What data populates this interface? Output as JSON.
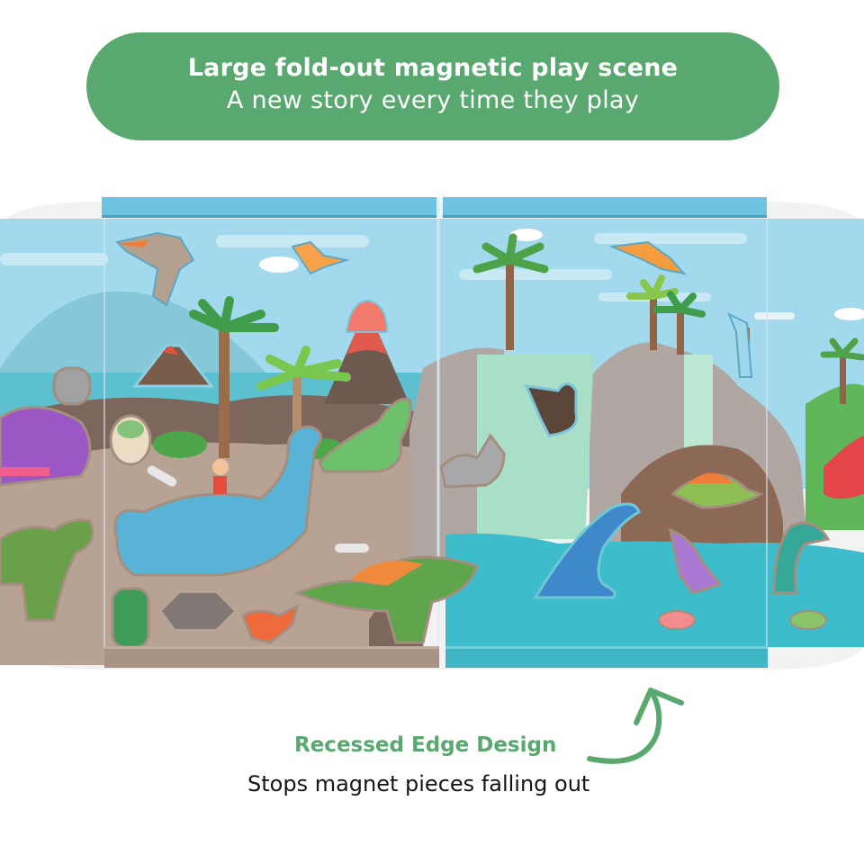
{
  "banner": {
    "title": "Large fold-out magnetic play scene",
    "subtitle": "A new story every time they play",
    "background_color": "#59a86f",
    "text_color": "#ffffff"
  },
  "product_photo": {
    "description": "Fold-out magnetic dinosaur play scene board with magnet pieces",
    "panels": [
      "left-outer-flap",
      "left-center-panel",
      "right-center-panel",
      "right-outer-flap"
    ],
    "colors": {
      "sky": "#9fd6e9",
      "top_rail": "#6cc3e2",
      "ground": "#a89384",
      "water": "#35b8c5",
      "left_bottom_rail": "#a89384",
      "right_bottom_rail": "#3fb6c6"
    },
    "magnet_pieces": [
      "pterodactyl-with-girl",
      "orange-pterodactyl",
      "erupting-volcano",
      "small-volcano",
      "triceratops-baby",
      "purple-dinosaur",
      "hatching-egg",
      "bone",
      "boy-riding-brachiosaurus",
      "green-parasaurolophus",
      "t-rex",
      "frilled-dinosaur",
      "small-orange-dinosaur",
      "spinosaurus",
      "triceratops",
      "brown-crocodile",
      "orange-pterodactyl-right",
      "dimetrodon",
      "blue-plesiosaur",
      "purple-fish-dinosaur",
      "teal-sea-dinosaur",
      "pink-fish",
      "green-fish",
      "palm-tree"
    ]
  },
  "caption": {
    "title": "Recessed Edge Design",
    "subtitle": "Stops magnet pieces falling out",
    "title_color": "#59a86f",
    "subtitle_color": "#151515",
    "arrow_icon": "curved-arrow-up"
  }
}
